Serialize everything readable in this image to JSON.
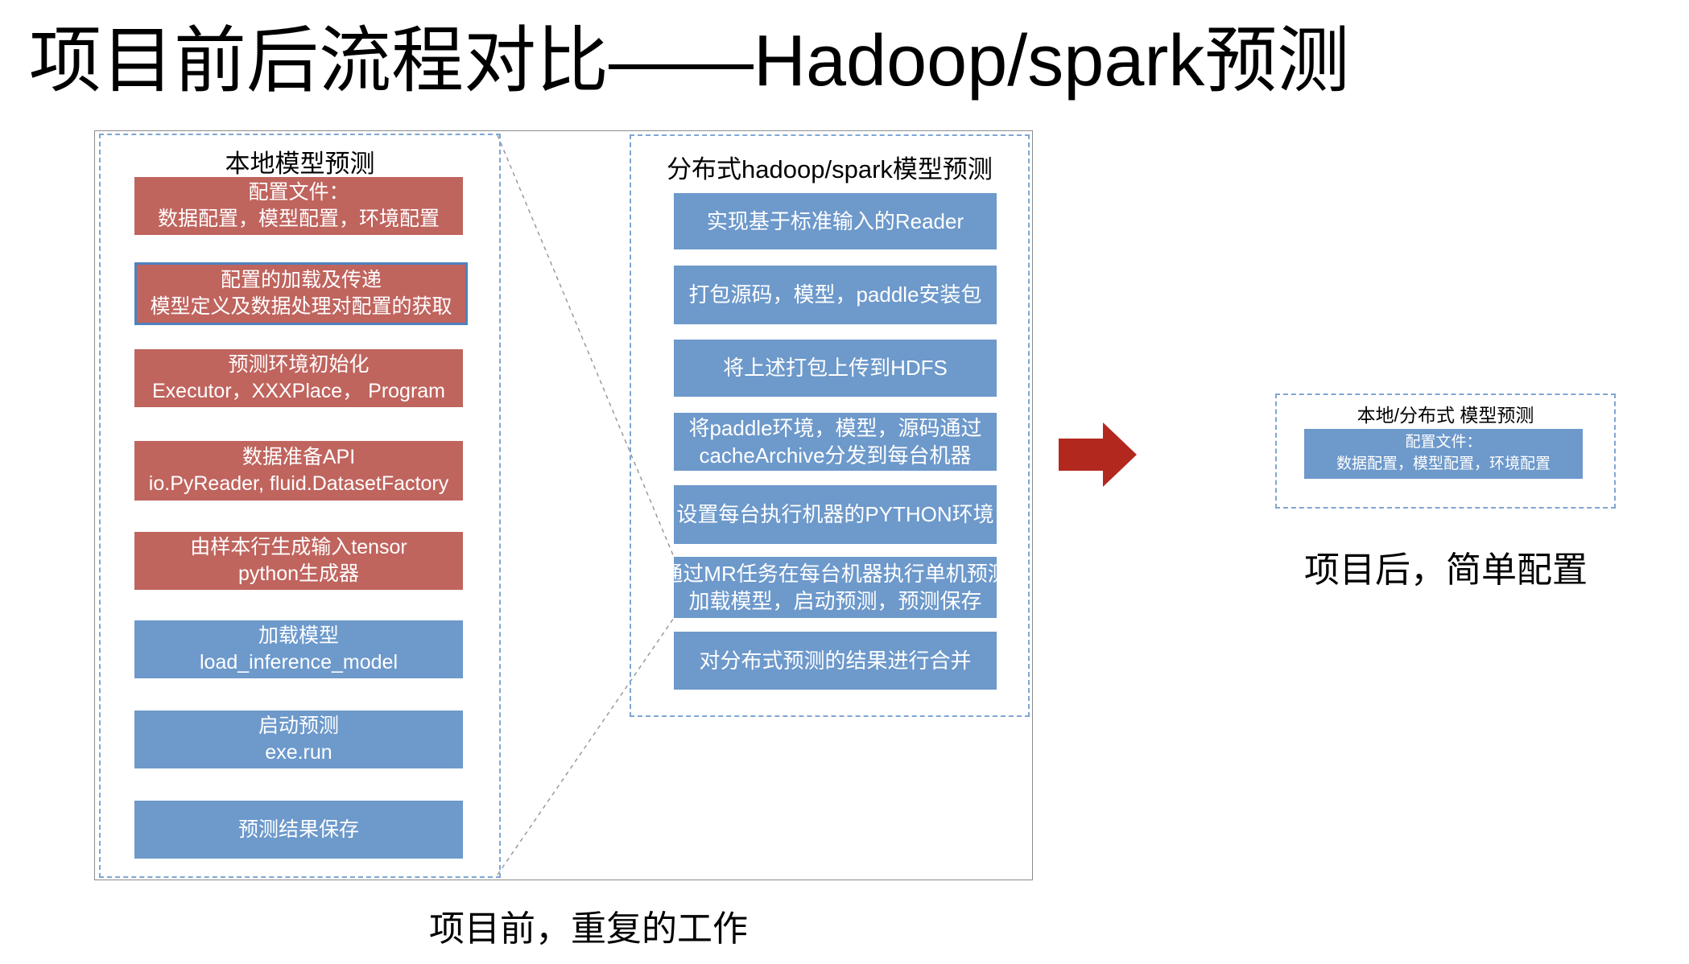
{
  "slide": {
    "title": "项目前后流程对比——Hadoop/spark预测",
    "caption_before": "项目前，重复的工作",
    "caption_after": "项目后，简单配置"
  },
  "left_panel": {
    "header": "本地模型预测",
    "boxes": [
      {
        "line1": "配置文件：",
        "line2": "数据配置，模型配置，环境配置",
        "variant": "red"
      },
      {
        "line1": "配置的加载及传递",
        "line2": "模型定义及数据处理对配置的获取",
        "variant": "red-outlined"
      },
      {
        "line1": "预测环境初始化",
        "line2": "Executor，XXXPlace， Program",
        "variant": "red"
      },
      {
        "line1": "数据准备API",
        "line2": "io.PyReader, fluid.DatasetFactory",
        "variant": "red"
      },
      {
        "line1": "由样本行生成输入tensor",
        "line2": "python生成器",
        "variant": "red"
      },
      {
        "line1": "加载模型",
        "line2": "load_inference_model",
        "variant": "blue"
      },
      {
        "line1": "启动预测",
        "line2": "exe.run",
        "variant": "blue"
      },
      {
        "line1": "预测结果保存",
        "variant": "blue"
      }
    ]
  },
  "middle_panel": {
    "header": "分布式hadoop/spark模型预测",
    "boxes": [
      {
        "line1": "实现基于标准输入的Reader",
        "variant": "blue"
      },
      {
        "line1": "打包源码，模型，paddle安装包",
        "variant": "blue"
      },
      {
        "line1": "将上述打包上传到HDFS",
        "variant": "blue"
      },
      {
        "line1": "将paddle环境，模型，源码通过",
        "line2": "cacheArchive分发到每台机器",
        "variant": "blue"
      },
      {
        "line1": "设置每台执行机器的PYTHON环境",
        "variant": "blue"
      },
      {
        "line1": "通过MR任务在每台机器执行单机预测",
        "line2": "加载模型，启动预测，预测保存",
        "variant": "blue"
      },
      {
        "line1": "对分布式预测的结果进行合并",
        "variant": "blue"
      }
    ]
  },
  "right_panel": {
    "header": "本地/分布式 模型预测",
    "boxes": [
      {
        "line1": "配置文件：",
        "line2": "数据配置，模型配置，环境配置",
        "variant": "blue"
      }
    ]
  },
  "colors": {
    "red_box": "#C0645E",
    "blue_box": "#6D99CB",
    "box_outline_blue": "#4E81BD",
    "panel_dash": "#7FA6D4",
    "outer_frame": "#8C8C8C",
    "connector_dash": "#9A9A9A",
    "arrow_red": "#B3281E",
    "box_text": "#FFFFFF"
  }
}
